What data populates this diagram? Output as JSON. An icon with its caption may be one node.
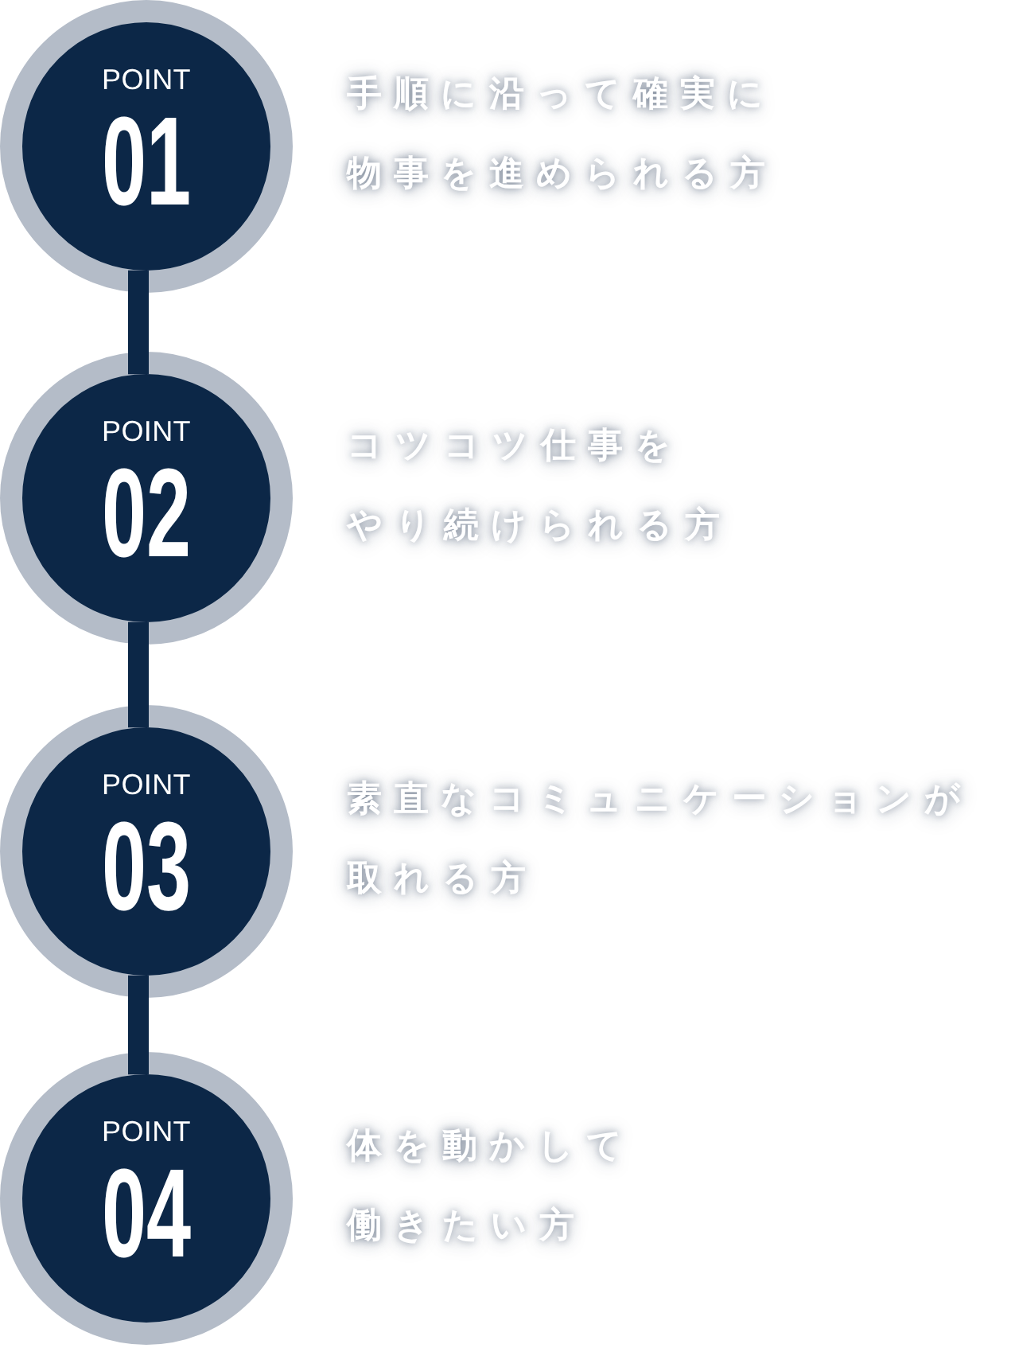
{
  "diagram": {
    "nodes": [
      {
        "text": [
          "POINT",
          "01"
        ],
        "beside": [
          "手順に沿って確実に物事を進められる方"
        ]
      },
      {
        "text": [
          "POINT",
          "02"
        ],
        "beside": [
          "コツコツ仕事をやり続けられる方"
        ]
      },
      {
        "text": [
          "POINT",
          "03"
        ],
        "beside": [
          "素直なコミュニケーションが取れる方"
        ]
      },
      {
        "text": [
          "POINT",
          "04"
        ],
        "beside": [
          "体を動かして働きたい方"
        ]
      }
    ],
    "edges": [
      {
        "from": 0,
        "to": 1,
        "arrow": "none"
      },
      {
        "from": 1,
        "to": 2,
        "arrow": "none"
      },
      {
        "from": 2,
        "to": 3,
        "arrow": "none"
      }
    ]
  }
}
